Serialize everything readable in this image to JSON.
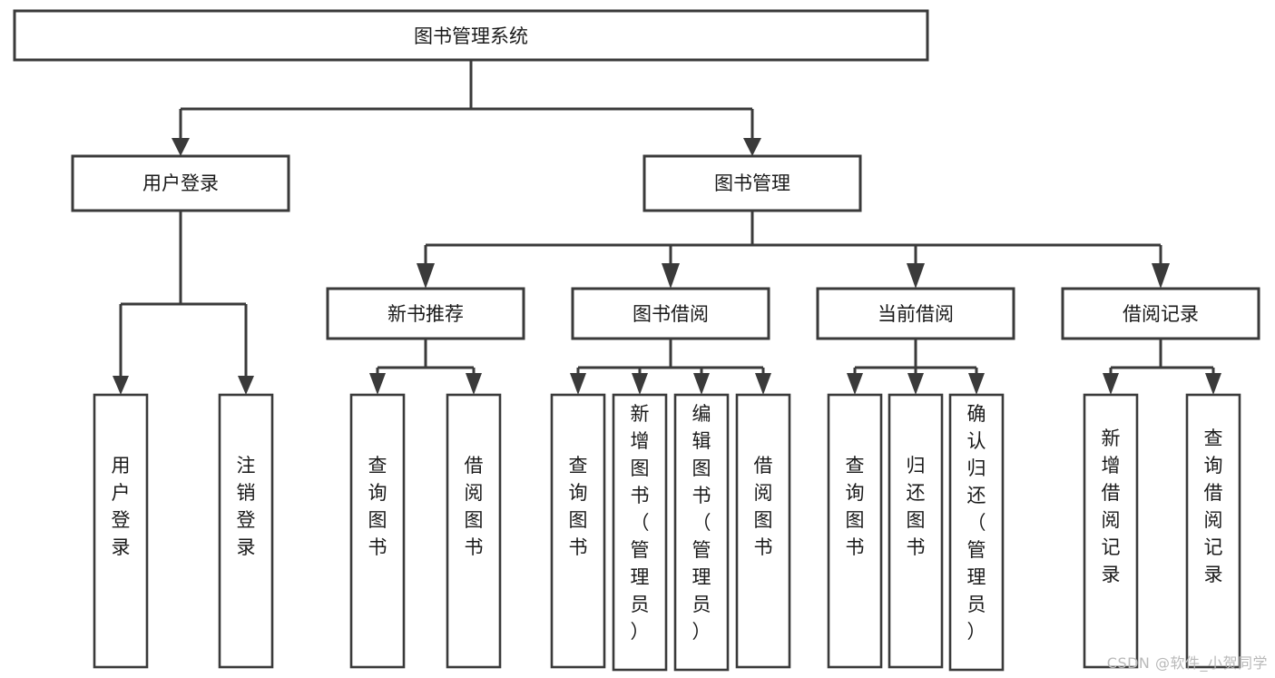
{
  "diagram": {
    "type": "tree-flowchart",
    "title": "图书管理系统",
    "orientation": "top-down",
    "colors": {
      "box_stroke": "#3a3a3a",
      "box_fill": "#ffffff",
      "connector": "#3a3a3a",
      "text": "#1a1a1a",
      "background": "#ffffff",
      "watermark": "#b9b9b9"
    },
    "root": {
      "label": "图书管理系统",
      "name": "node-library-management-system"
    },
    "level2": [
      {
        "label": "用户登录",
        "name": "node-user-login"
      },
      {
        "label": "图书管理",
        "name": "node-book-management"
      }
    ],
    "level3": [
      {
        "label": "新书推荐",
        "name": "node-new-book-recommendation"
      },
      {
        "label": "图书借阅",
        "name": "node-book-borrowing"
      },
      {
        "label": "当前借阅",
        "name": "node-current-borrowing"
      },
      {
        "label": "借阅记录",
        "name": "node-borrowing-records"
      }
    ],
    "leaves": {
      "user_login": [
        {
          "label": "用户登录",
          "name": "leaf-user-login"
        },
        {
          "label": "注销登录",
          "name": "leaf-logout"
        }
      ],
      "new_book_recommendation": [
        {
          "label": "查询图书",
          "name": "leaf-query-books-recommendation"
        },
        {
          "label": "借阅图书",
          "name": "leaf-borrow-books-recommendation"
        }
      ],
      "book_borrowing": [
        {
          "label": "查询图书",
          "name": "leaf-query-books-borrowing"
        },
        {
          "label": "新增图书（管理员）",
          "name": "leaf-add-book-admin"
        },
        {
          "label": "编辑图书（管理员）",
          "name": "leaf-edit-book-admin"
        },
        {
          "label": "借阅图书",
          "name": "leaf-borrow-books-borrowing"
        }
      ],
      "current_borrowing": [
        {
          "label": "查询图书",
          "name": "leaf-query-books-current"
        },
        {
          "label": "归还图书",
          "name": "leaf-return-books"
        },
        {
          "label": "确认归还（管理员）",
          "name": "leaf-confirm-return-admin"
        }
      ],
      "borrowing_records": [
        {
          "label": "新增借阅记录",
          "name": "leaf-add-borrow-record"
        },
        {
          "label": "查询借阅记录",
          "name": "leaf-query-borrow-record"
        }
      ]
    }
  },
  "watermark": {
    "text": "CSDN @软件_小贺同学"
  }
}
